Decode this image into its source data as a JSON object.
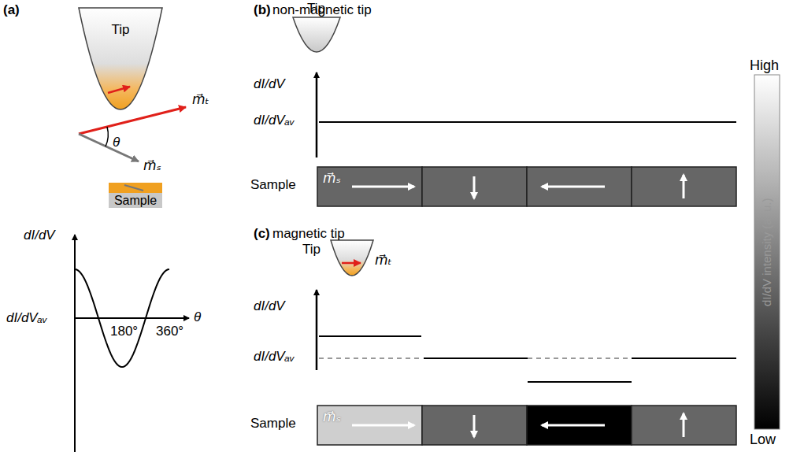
{
  "diagram": {
    "nodes": [
      {
        "text": [
          "Tip"
        ]
      },
      {
        "text": [
          "Sample"
        ]
      }
    ],
    "labels": [
      "(a)",
      "(b)",
      "non-magnetic tip",
      "(c)",
      "magnetic tip",
      "m⃗ₜ",
      "θ",
      "m⃗ₛ",
      "dI/dV",
      "dI/dVₐᵥ",
      "180°",
      "360°",
      "θ",
      "Tip",
      "dI/dV",
      "dI/dVₐᵥ",
      "Sample",
      "m⃗ₛ",
      "Tip",
      "m⃗ₜ",
      "dI/dV",
      "dI/dVₐᵥ",
      "Sample",
      "m⃗ₛ",
      "High",
      "dI/dV intensity (a. u.)",
      "Low"
    ]
  }
}
